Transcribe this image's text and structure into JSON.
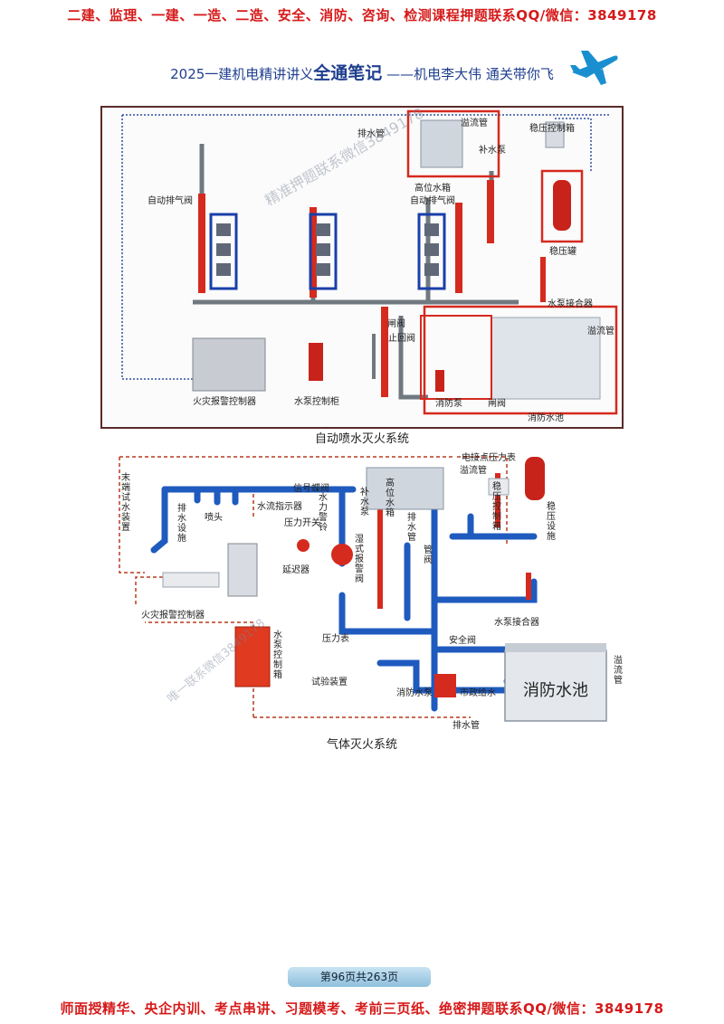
{
  "top_banner": "二建、监理、一建、一造、二造、安全、消防、咨询、检测课程押题联系QQ/微信：3849178",
  "header": {
    "prefix": "2025一建机电精讲讲义",
    "highlight": "全通笔记",
    "suffix": "——机电李大伟 通关带你飞"
  },
  "figure1": {
    "caption": "自动喷水灭火系统",
    "labels": {
      "drain_pipe": "排水管",
      "overflow_pipe": "溢流管",
      "high_tank": "高位水箱",
      "refill_pump": "补水泵",
      "stab_control": "稳压控制箱",
      "auto_vent_left": "自动排气阀",
      "auto_vent_right": "自动排气阀",
      "stab_tank": "稳压罐",
      "pump_connector": "水泵接合器",
      "gate_valve_top": "闸阀",
      "check_valve": "止回阀",
      "gate_valve_bottom": "闸阀",
      "fire_pump": "消防泵",
      "fire_pool": "消防水池",
      "pool_overflow": "溢流管",
      "alarm_controller": "火灾报警控制器",
      "pump_cabinet": "水泵控制柜"
    }
  },
  "figure2": {
    "caption": "气体灭火系统",
    "labels": {
      "end_test": "末端试水装置",
      "drain_facility": "排水设施",
      "sprinkler": "喷头",
      "signal_valve": "信号蝶阀",
      "flow_indicator": "水流指示器",
      "pressure_switch": "压力开关",
      "water_bell": "水力警铃",
      "wet_alarm_valve": "湿式报警阀",
      "delay_device": "延迟器",
      "high_tank": "高位水箱",
      "refill_pump": "补水泵",
      "drain_pipe": "排水管",
      "gate_valve": "管阀",
      "contact_gauge": "电接点压力表",
      "overflow": "溢流管",
      "stab_control": "稳压控制箱",
      "stab_facility": "稳压设施",
      "pump_connector": "水泵接合器",
      "alarm_controller": "火灾报警控制器",
      "pump_control_box": "水泵控制箱",
      "pressure_gauge": "压力表",
      "test_device": "试验装置",
      "safety_valve": "安全阀",
      "fire_pump": "消防水泵",
      "city_supply": "市政给水",
      "pool_drain": "排水管",
      "fire_pool": "消防水池",
      "pool_overflow": "溢流管"
    }
  },
  "watermarks": {
    "upper": "精准押题联系微信3849178",
    "lower": "唯一联系微信3849178"
  },
  "pager": "第96页共263页",
  "bottom_banner": "师面授精华、央企内训、考点串讲、习题模考、考前三页纸、绝密押题联系QQ/微信：3849178"
}
